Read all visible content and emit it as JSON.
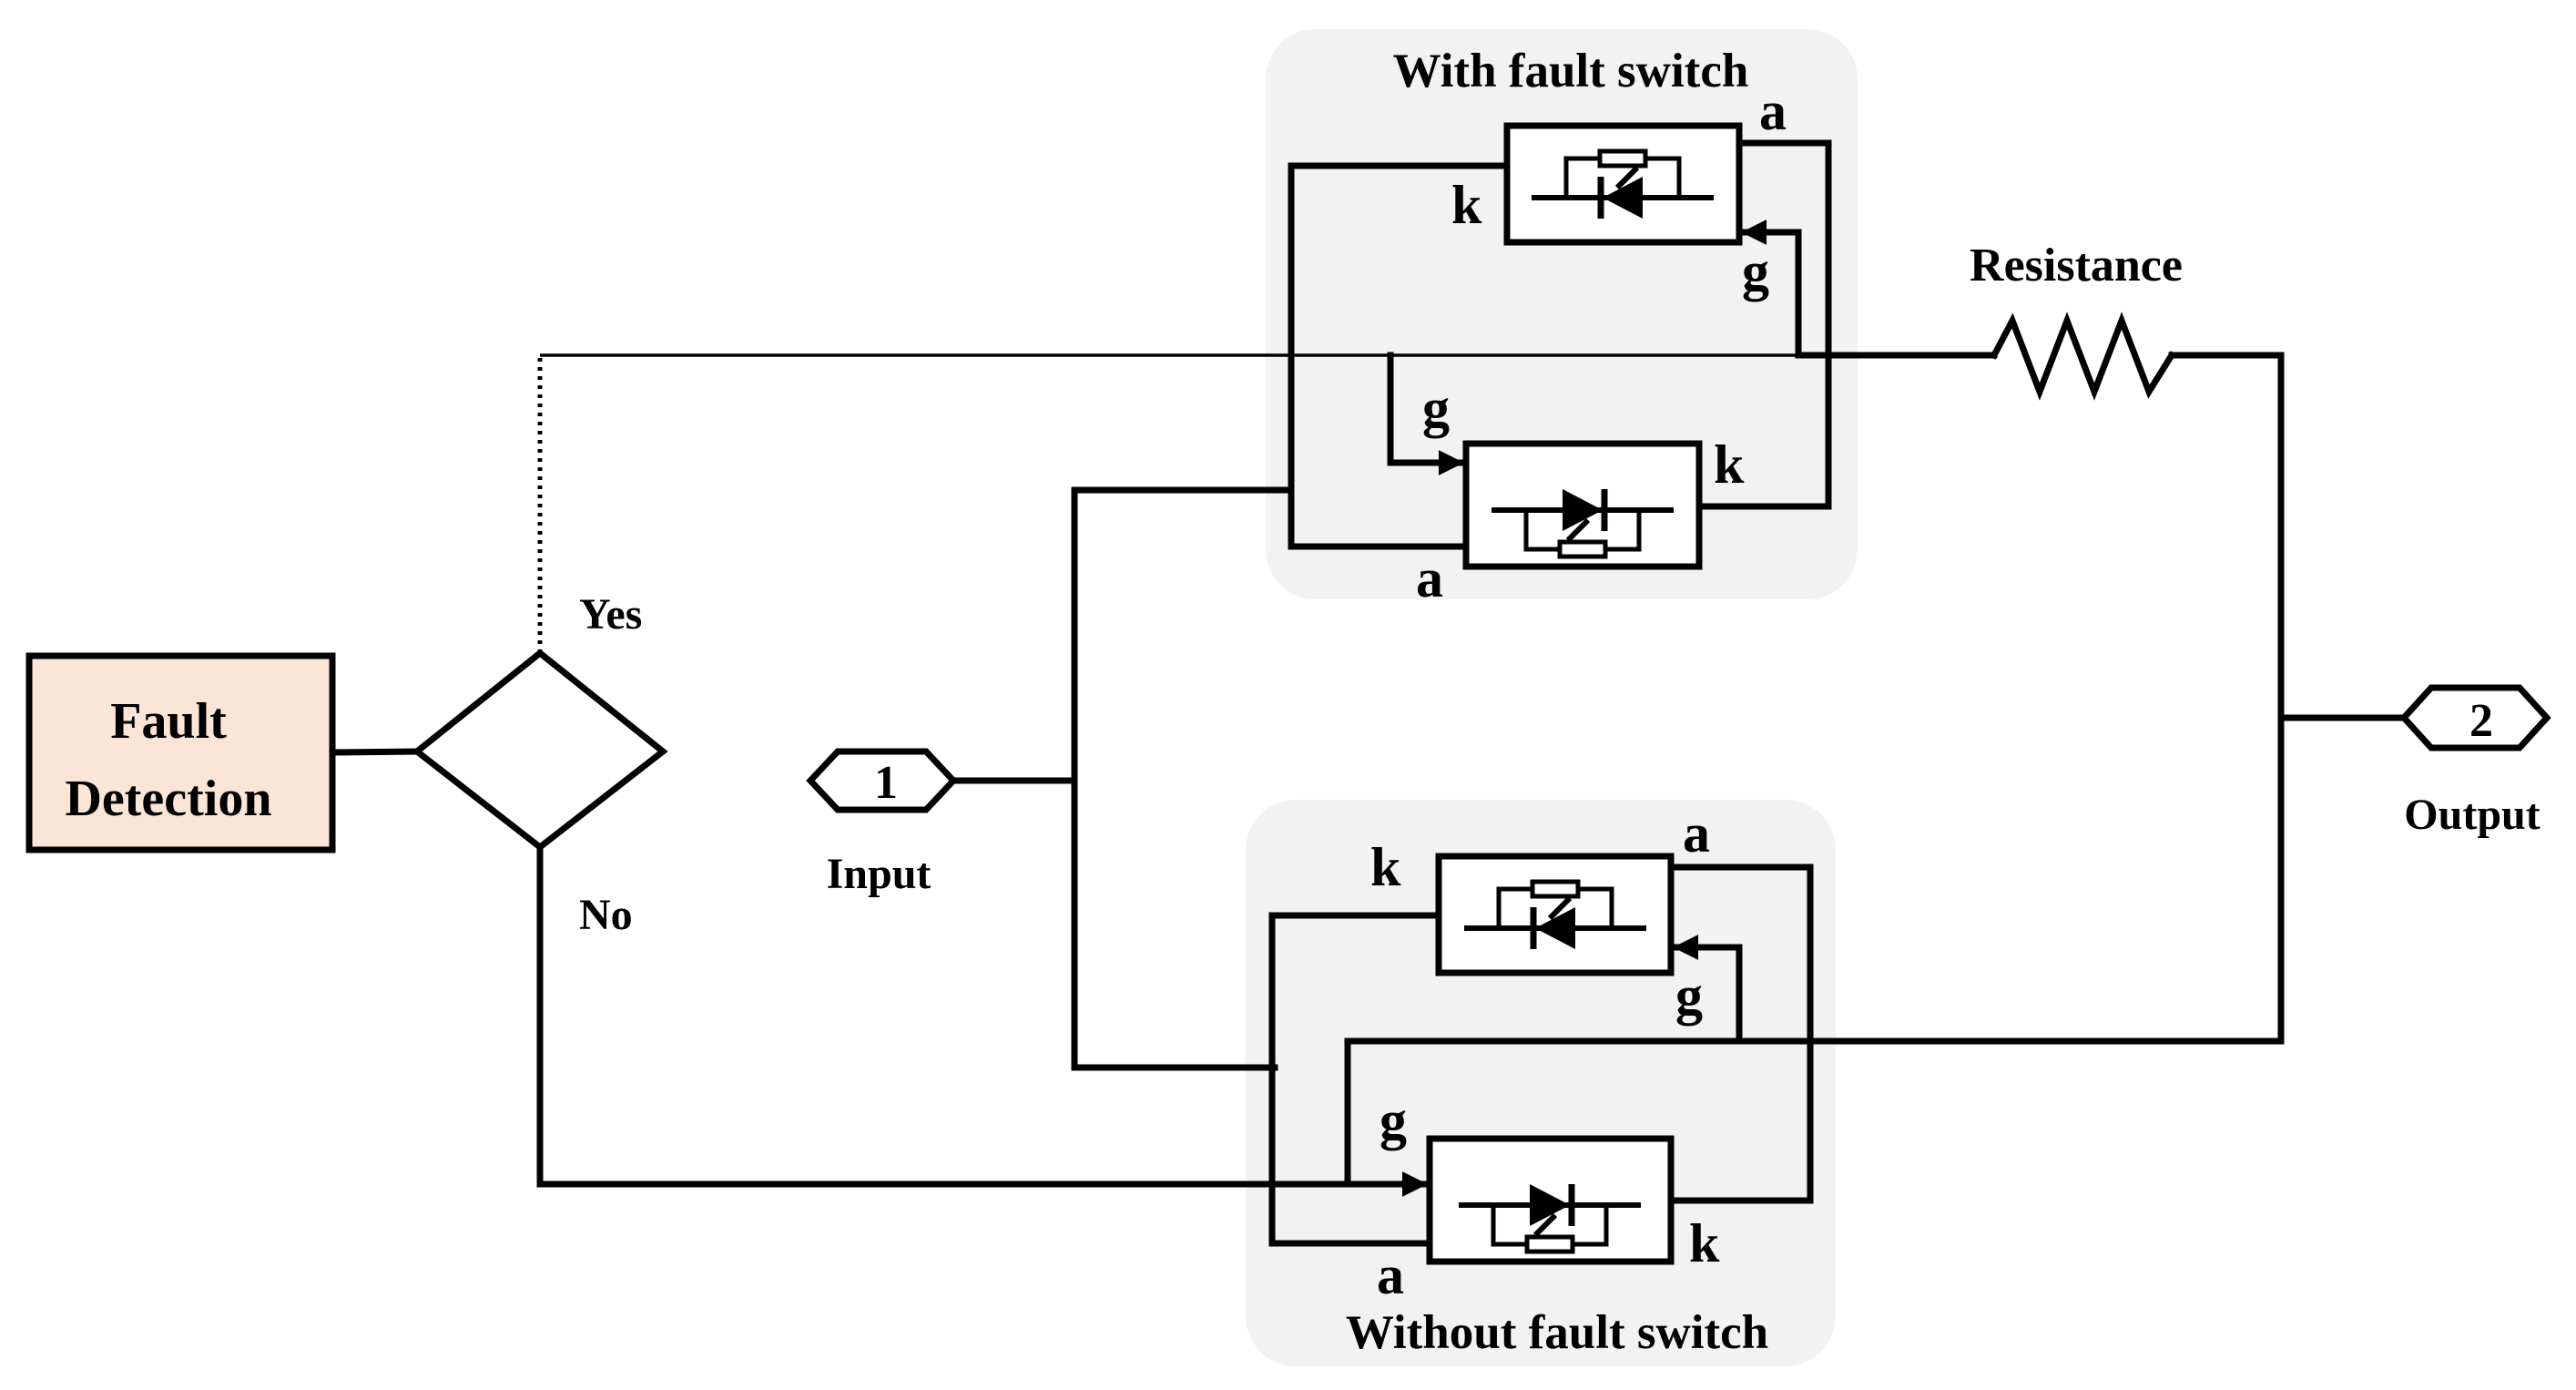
{
  "fault_detection": {
    "line1": "Fault",
    "line2": "Detection",
    "fill": "#fbe5d6"
  },
  "decision": {
    "yes_label": "Yes",
    "no_label": "No"
  },
  "ports": {
    "input": {
      "number": "1",
      "label": "Input"
    },
    "output": {
      "number": "2",
      "label": "Output"
    }
  },
  "groups": {
    "with_fault": {
      "title": "With fault switch",
      "fill": "#f2f2f2"
    },
    "without_fault": {
      "title": "Without fault switch",
      "fill": "#f2f2f2"
    }
  },
  "resistor_label": "Resistance",
  "terminals": {
    "anode": "a",
    "cathode": "k",
    "gate": "g"
  }
}
